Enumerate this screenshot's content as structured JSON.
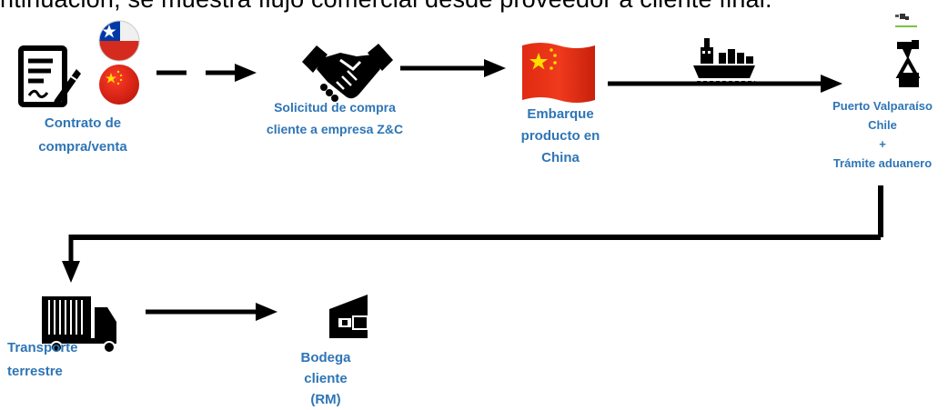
{
  "intro": {
    "text": "ntinuación, se muestra flujo comercial desde proveedor a cliente final."
  },
  "steps": [
    {
      "id": "contrato",
      "lines": [
        "Contrato de",
        "compra/venta"
      ]
    },
    {
      "id": "solicitud",
      "lines": [
        "Solicitud de compra",
        "cliente a empresa Z&C"
      ]
    },
    {
      "id": "embarque",
      "lines": [
        "Embarque",
        "producto en",
        "China"
      ]
    },
    {
      "id": "puerto",
      "lines": [
        "Puerto Valparaíso",
        "Chile",
        "+",
        "Trámite aduanero"
      ]
    },
    {
      "id": "transporte",
      "lines": [
        "Transporte",
        "terrestre"
      ]
    },
    {
      "id": "bodega",
      "lines": [
        "Bodega",
        "cliente",
        "(RM)"
      ]
    }
  ],
  "icons": [
    "contract-icon",
    "chile-flag-icon",
    "china-flag-icon",
    "handshake-icon",
    "china-flag-icon",
    "cargo-ship-icon",
    "port-crane-icon",
    "truck-icon",
    "warehouse-icon"
  ],
  "colors": {
    "label": "#2E75B6",
    "arrow": "#000000",
    "china_red": "#DE2910",
    "china_star": "#FFDE00",
    "chile_blue": "#0039A6",
    "chile_red": "#D52B1E"
  }
}
